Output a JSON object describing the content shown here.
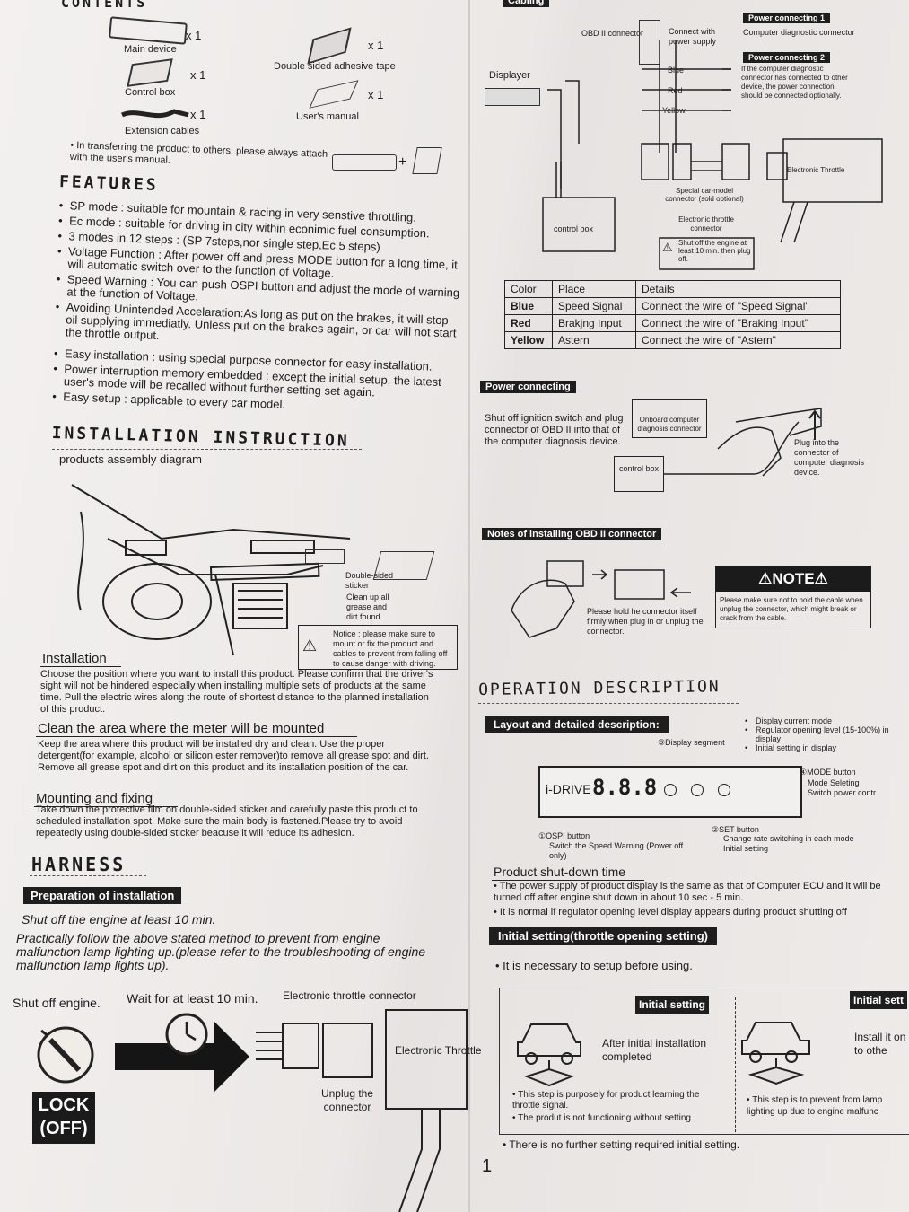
{
  "left": {
    "contents_heading": "CONTENTS",
    "contents": {
      "main_device": "Main device",
      "main_qty": "x 1",
      "control_box": "Control box",
      "control_qty": "x 1",
      "ext_cables": "Extension cables",
      "ext_qty": "x 1",
      "tape": "Double sided adhesive tape",
      "tape_qty": "x 1",
      "manual": "User's manual",
      "manual_qty": "x 1",
      "transfer_note": "• In transferring the product to others, please always attach with the user's manual."
    },
    "features_heading": "FEATURES",
    "features": [
      "SP mode : suitable for mountain & racing in very senstive throttling.",
      "Ec mode : suitable for driving in city within econimic fuel consumption.",
      "3 modes in 12 steps : (SP 7steps,nor single step,Ec 5 steps)",
      "Voltage Function : After power off and press MODE button for a long time, it will automatic switch over to the function of Voltage.",
      "Speed Warning : You can push OSPI button and adjust the mode of warning at the function of Voltage.",
      "Avoiding Unintended Accelaration:As long as put on the brakes, it will stop oil supplying immediatly. Unless put on the brakes again, or car will not start the throttle output.",
      "Easy installation : using special purpose connector for easy installation.",
      "Power interruption memory embedded : except the initial setup, the latest user's mode will be recalled without further setting set again.",
      "Easy setup : applicable to every car model."
    ],
    "install_heading": "INSTALLATION INSTRUCTION",
    "assembly_label": "products assembly diagram",
    "sticker_label": "Double-sided sticker",
    "clean_label": "Clean up all grease and dirt found.",
    "notice": "Notice : please make sure to mount or fix the product and cables to prevent from falling off to cause danger with driving.",
    "installation_title": "Installation",
    "installation_text": "Choose the position where you want to install this product. Please confirm that the driver's sight will not be hindered especially when installing multiple sets of products at the same time. Pull the electric wires along the route of shortest distance to the planned installation of this product.",
    "clean_title": "Clean the area where the meter will be mounted",
    "clean_text": "Keep the area where this product will be installed dry and clean. Use the proper detergent(for example, alcohol or silicon ester remover)to remove all grease spot and dirt. Remove all grease spot and dirt on this product and its installation position of the car.",
    "mount_title": "Mounting and fixing",
    "mount_text": "Take down the protective film on double-sided sticker and carefully paste this product to scheduled installation spot. Make sure the main body is fastened.Please try to avoid repeatedly using double-sided sticker beacuse it will reduce its adhesion.",
    "harness_heading": "HARNESS",
    "prep_bar": "Preparation of installation",
    "shut_off_text": "Shut off the engine at least 10 min.",
    "follow_text": "Practically follow the above stated method to prevent from engine malfunction lamp lighting up.(please refer to the troubleshooting of engine malfunction lamp lights up).",
    "step_shut_off": "Shut off engine.",
    "step_wait": "Wait for at least 10 min.",
    "step_connector": "Electronic throttle connector",
    "lock_line1": "LOCK",
    "lock_line2": "(OFF)",
    "unplug": "Unplug the connector",
    "electronic_throttle": "Electronic Throttle"
  },
  "right": {
    "cabling_bar": "Cabling",
    "obd_connector": "OBD II connector",
    "connect_power": "Connect with power supply",
    "power1_bar": "Power connecting 1",
    "power1_text": "Computer diagnostic connector",
    "power2_bar": "Power connecting 2",
    "power2_text": "If the computer diagnostic connector has connected to other device, the power connection should be connected optionally.",
    "displayer": "Displayer",
    "wire_blue": "Blue",
    "wire_red": "Red",
    "wire_yellow": "Yellow",
    "control_box": "control box",
    "special_connector": "Special car-model connector (sold optional)",
    "et_connector": "Electronic throttle connector",
    "shut_warning": "Shut off the engine at least 10 min. then plug off.",
    "et_label": "Electronic Throttle",
    "table_headers": [
      "Color",
      "Place",
      "Details"
    ],
    "table_rows": [
      [
        "Blue",
        "Speed Signal",
        "Connect the wire of \"Speed Signal\""
      ],
      [
        "Red",
        "Brakjng Input",
        "Connect the wire of \"Braking Input\""
      ],
      [
        "Yellow",
        "Astern",
        "Connect the wire of \"Astern\""
      ]
    ],
    "power_bar": "Power connecting",
    "power_text": "Shut off ignition switch and plug connector of OBD II into that of the computer diagnosis device.",
    "onboard_label": "Onboard computer diagnosis connector",
    "control_box2": "control box",
    "plug_into": "Plug into the connector of computer diagnosis device.",
    "notes_bar": "Notes of installing OBD II connector",
    "hold_text": "Please hold he connector itself firmly when plug in or unplug the connector.",
    "note_title": "NOTE",
    "note_text": "Please make sure not to hold the cable when unplug the connector, which might break or crack from the cable.",
    "op_heading": "OPERATION DESCRIPTION",
    "layout_bar": "Layout and detailed description:",
    "display_segment": "③Display segment",
    "display_bullets": [
      "Display current mode",
      "Regulator opening level (15-100%) in display",
      "Initial setting in display"
    ],
    "brand": "i-DRIVE",
    "digits": "8.8.8",
    "mode_button": "④MODE button",
    "mode_bullets": [
      "Mode Seleting",
      "Switch power contr"
    ],
    "ospi_button": "①OSPI button",
    "ospi_bullets": [
      "Switch the Speed Warning (Power off only)"
    ],
    "set_button": "②SET button",
    "set_bullets": [
      "Change rate switching in each mode",
      "Initial setting"
    ],
    "shutdown_title": "Product shut-down time",
    "shutdown_1": "• The power supply of product display is the same as that of Computer ECU and it will be turned off after engine shut down in about 10 sec - 5 min.",
    "shutdown_2": "• It is normal if regulator opening level display appears during product shutting off",
    "initial_bar": "Initial setting(throttle opening setting)",
    "necessary": "• It is necessary to setup before using.",
    "init_tag1": "Initial setting",
    "init_tag2": "Initial sett",
    "after_initial": "After initial installation completed",
    "install_other": "Install it on to othe",
    "learn_1": "• This step is purposely for product learning the throttle signal.",
    "learn_2": "• The produt is not functioning without setting",
    "prevent": "• This step is to prevent from lamp lighting up due to engine malfunc",
    "no_further": "• There is no further setting required initial setting.",
    "page_number": "1"
  }
}
